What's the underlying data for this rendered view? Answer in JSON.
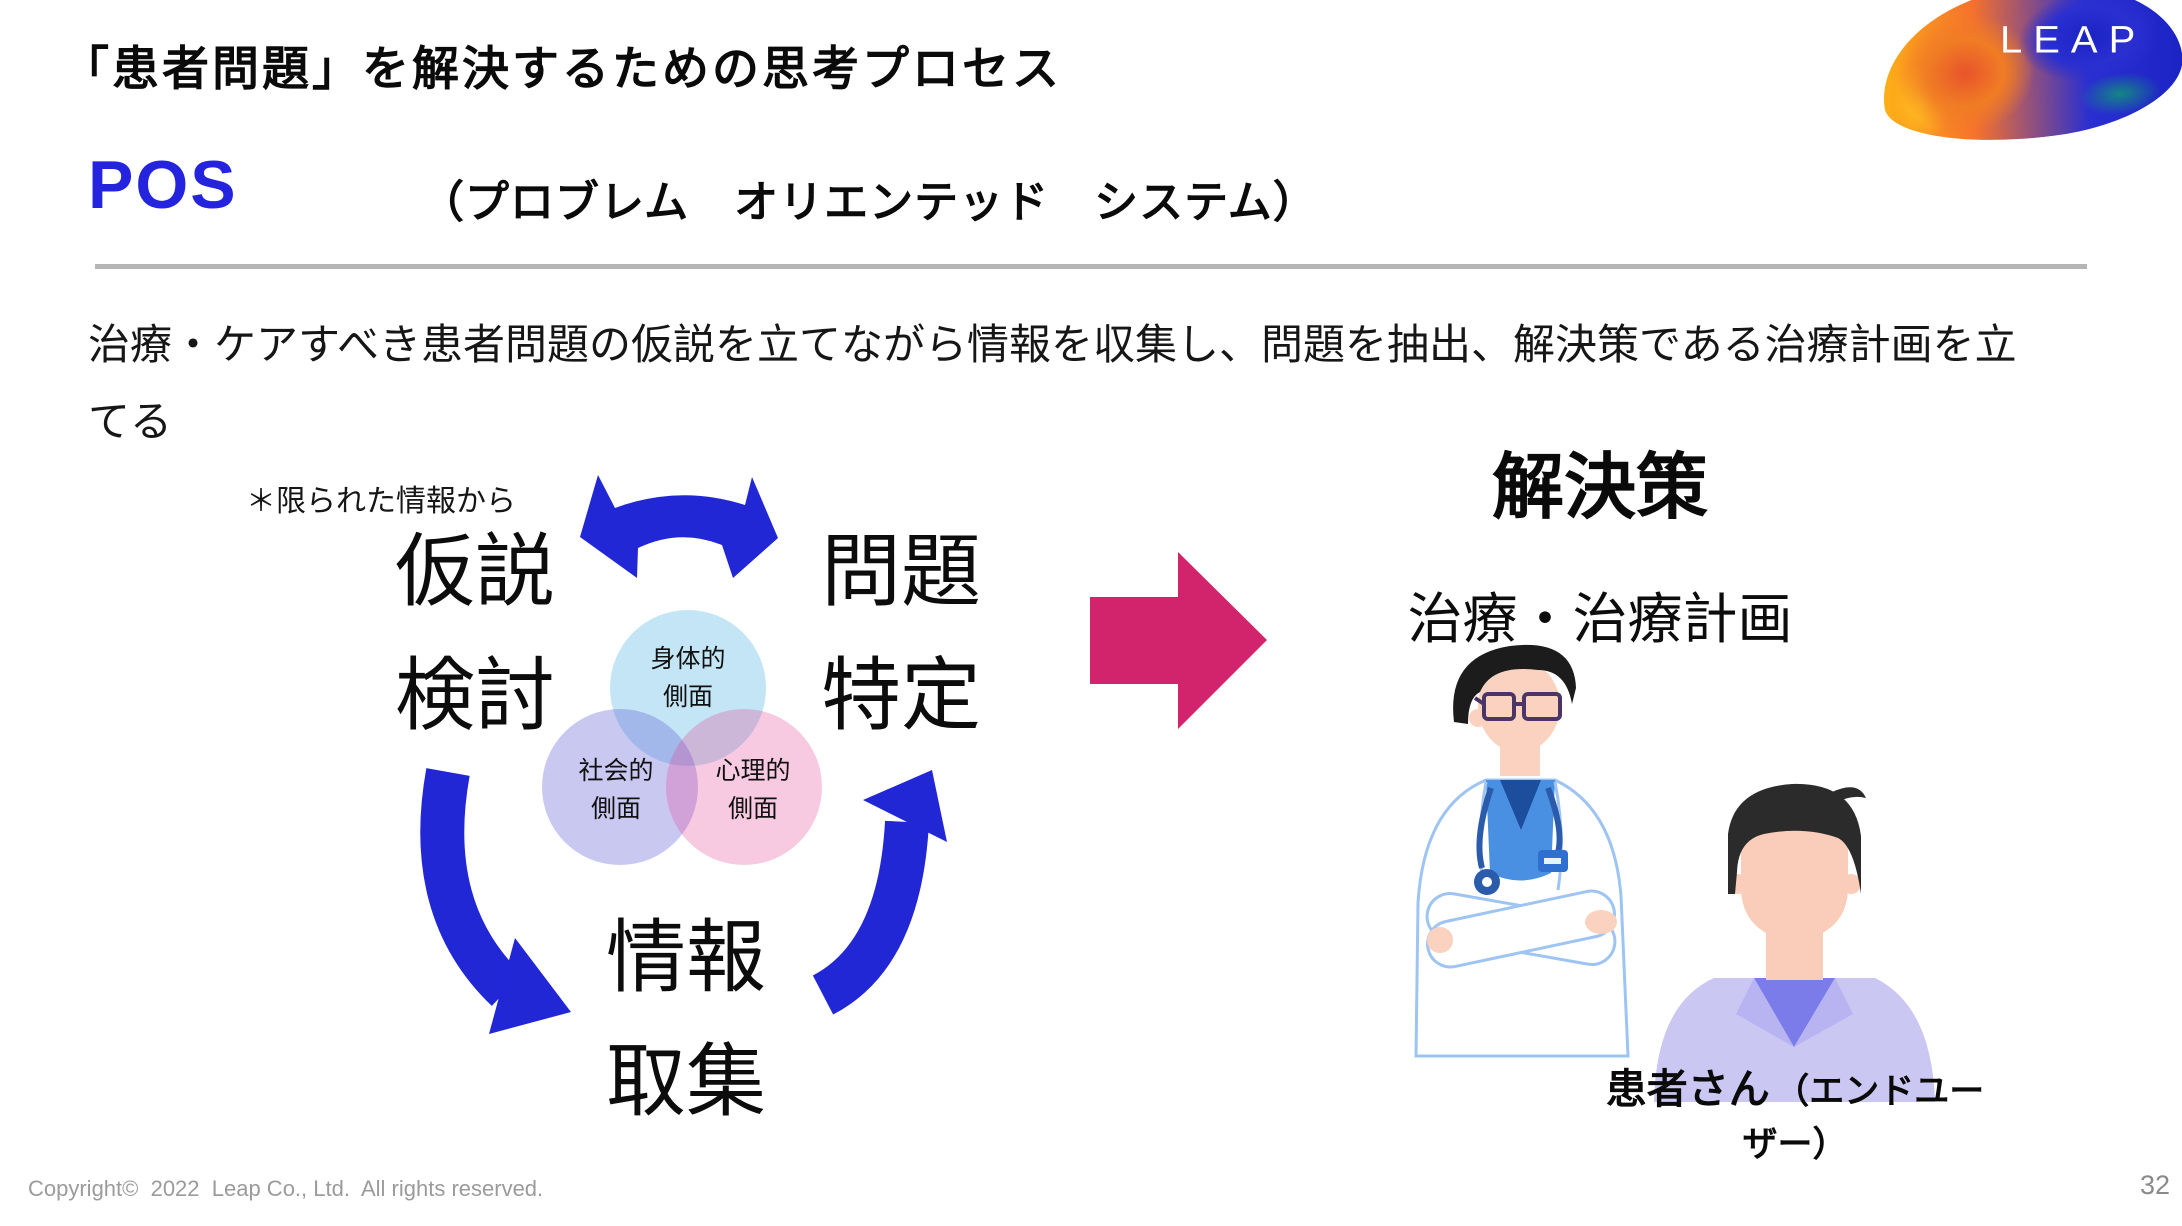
{
  "slide": {
    "title": "「患者問題」を解決するための思考プロセス",
    "logo_text": "LEAP",
    "pos": {
      "acronym": "POS",
      "reading": "（プロブレム　オリエンテッド　システム）"
    },
    "description": {
      "line1": "治療・ケアすべき患者問題の仮説を立てながら情報を収集し、問題を抽出、解決策である治療計画を立",
      "line2": "てる"
    },
    "footer": {
      "copyright": "Copyright©  2022  Leap Co., Ltd.  All rights reserved.",
      "page_number": "32"
    }
  },
  "cycle": {
    "note": "＊限られた情報から",
    "hypothesis": {
      "line1": "仮説",
      "line2": "検討"
    },
    "problem": {
      "line1": "問題",
      "line2": "特定"
    },
    "information": {
      "line1": "情報",
      "line2": "取集"
    },
    "arrow_color": "#2227d6",
    "venn": {
      "physical": {
        "line1": "身体的",
        "line2": "側面",
        "color": "rgba(105,190,230,0.40)"
      },
      "social": {
        "line1": "社会的",
        "line2": "側面",
        "color": "rgba(99,97,214,0.35)"
      },
      "psychological": {
        "line1": "心理的",
        "line2": "側面",
        "color": "rgba(230,60,145,0.27)"
      }
    }
  },
  "solution": {
    "arrow_color": "#d2246d",
    "title": "解決策",
    "subtitle": "治療・治療計画",
    "caption": {
      "name": "患者さん",
      "paren_line1": "（エンドユー",
      "paren_line2": "ザー）"
    }
  }
}
